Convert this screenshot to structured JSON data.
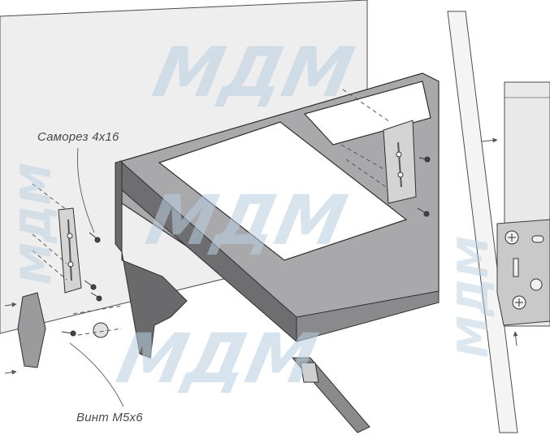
{
  "watermark": {
    "text": "MДM",
    "color": "#b9cfe0"
  },
  "labels": {
    "screw": "Саморез 4х16",
    "bolt": "Винт М5х6"
  },
  "colors": {
    "panel": "#eeeeee",
    "frame_dark": "#6e6e70",
    "frame_mid": "#8a8a8c",
    "frame_light": "#a9a9ab",
    "bracket": "#cfcfcf",
    "outline": "#2f2f2f",
    "label": "#4a4a4a"
  }
}
